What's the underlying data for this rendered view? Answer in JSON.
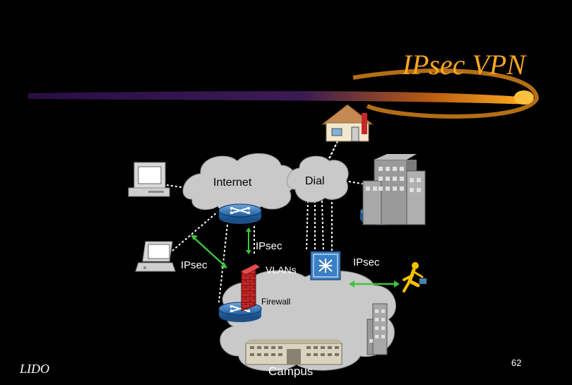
{
  "slide": {
    "title": "IPsec VPN",
    "footer_left": "LIDO",
    "page_number": "62"
  },
  "labels": {
    "internet": "Internet",
    "dial": "Dial",
    "ipsec_top": "IPsec",
    "ipsec_left": "IPsec",
    "ipsec_right": "IPsec",
    "vlans": "VLANs",
    "firewall": "Firewall",
    "campus": "Campus"
  },
  "colors": {
    "title": "#f5a623",
    "cloud": "#c9c9c9",
    "router": "#2f73b8",
    "tunnel_arrow": "#3cc43c",
    "firewall_brick": "#c62828"
  }
}
